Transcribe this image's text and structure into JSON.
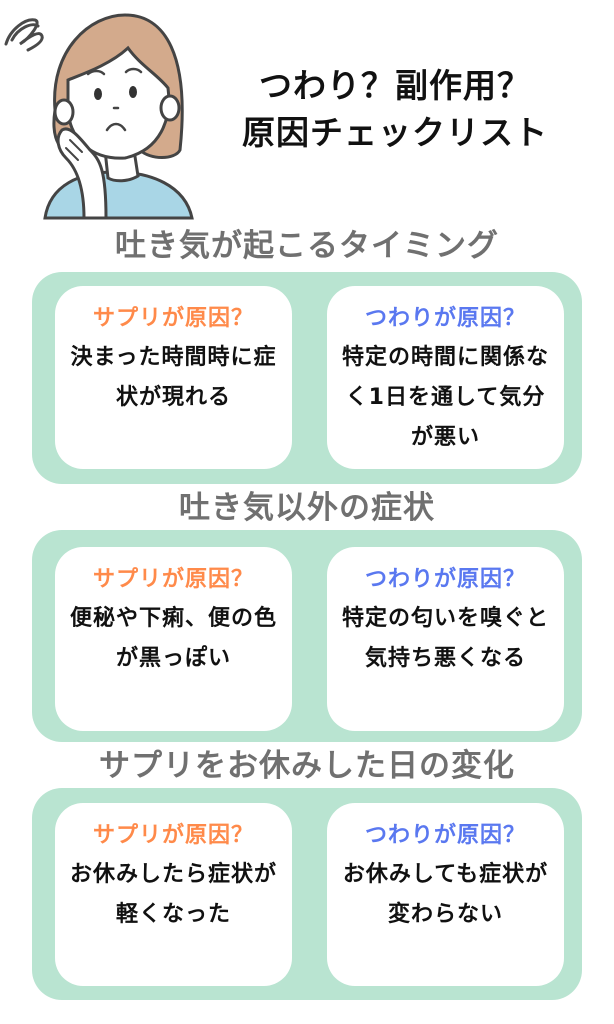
{
  "header": {
    "title_line1": "つわり？副作用？",
    "title_line2": "原因チェックリスト",
    "illustration": "worried-woman-illustration"
  },
  "colors": {
    "panel_green": "#b9e4d1",
    "supplement_orange": "#ff8a4a",
    "tsuwari_blue": "#5a78f0",
    "heading_gray": "#707070"
  },
  "sections": [
    {
      "heading": "吐き気が起こるタイミング",
      "left": {
        "label": "サプリが原因？",
        "text": "決まった時間時に症状が現れる"
      },
      "right": {
        "label": "つわりが原因？",
        "text": "特定の時間に関係なく1日を通して気分が悪い"
      }
    },
    {
      "heading": "吐き気以外の症状",
      "left": {
        "label": "サプリが原因？",
        "text": "便秘や下痢、便の色が黒っぽい"
      },
      "right": {
        "label": "つわりが原因？",
        "text": "特定の匂いを嗅ぐと気持ち悪くなる"
      }
    },
    {
      "heading": "サプリをお休みした日の変化",
      "left": {
        "label": "サプリが原因？",
        "text": "お休みしたら症状が軽くなった"
      },
      "right": {
        "label": "つわりが原因？",
        "text": "お休みしても症状が変わらない"
      }
    }
  ]
}
